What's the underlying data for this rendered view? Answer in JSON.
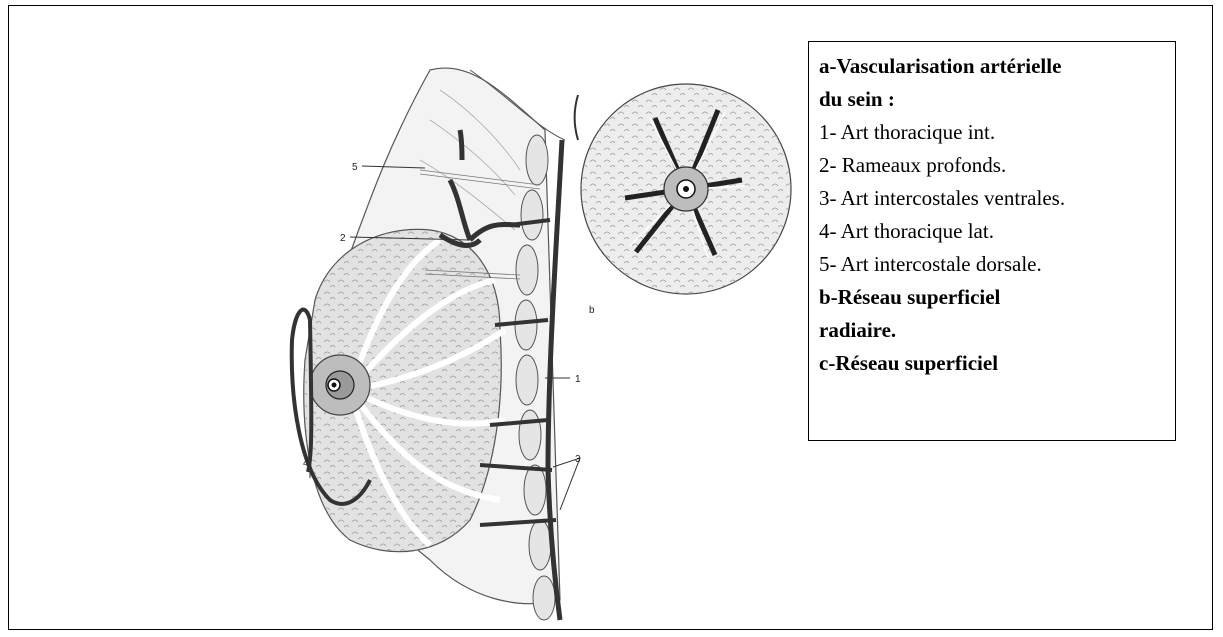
{
  "figure": {
    "labels": {
      "l1": "1",
      "l2": "2",
      "l3": "3",
      "l4": "4",
      "l5": "5",
      "lb": "b"
    }
  },
  "legend": {
    "lines": [
      {
        "text": "a-Vascularisation artérielle",
        "bold": true
      },
      {
        "text": "du sein :",
        "bold": true
      },
      {
        "text": "1- Art thoracique int.",
        "bold": false
      },
      {
        "text": "2- Rameaux profonds.",
        "bold": false
      },
      {
        "text": "3- Art intercostales ventrales.",
        "bold": false
      },
      {
        "text": "4- Art thoracique lat.",
        "bold": false
      },
      {
        "text": "5- Art intercostale dorsale.",
        "bold": false
      },
      {
        "text": "b-Réseau superficiel",
        "bold": true
      },
      {
        "text": "radiaire.",
        "bold": true
      },
      {
        "text": "c-Réseau superficiel",
        "bold": true
      }
    ]
  }
}
